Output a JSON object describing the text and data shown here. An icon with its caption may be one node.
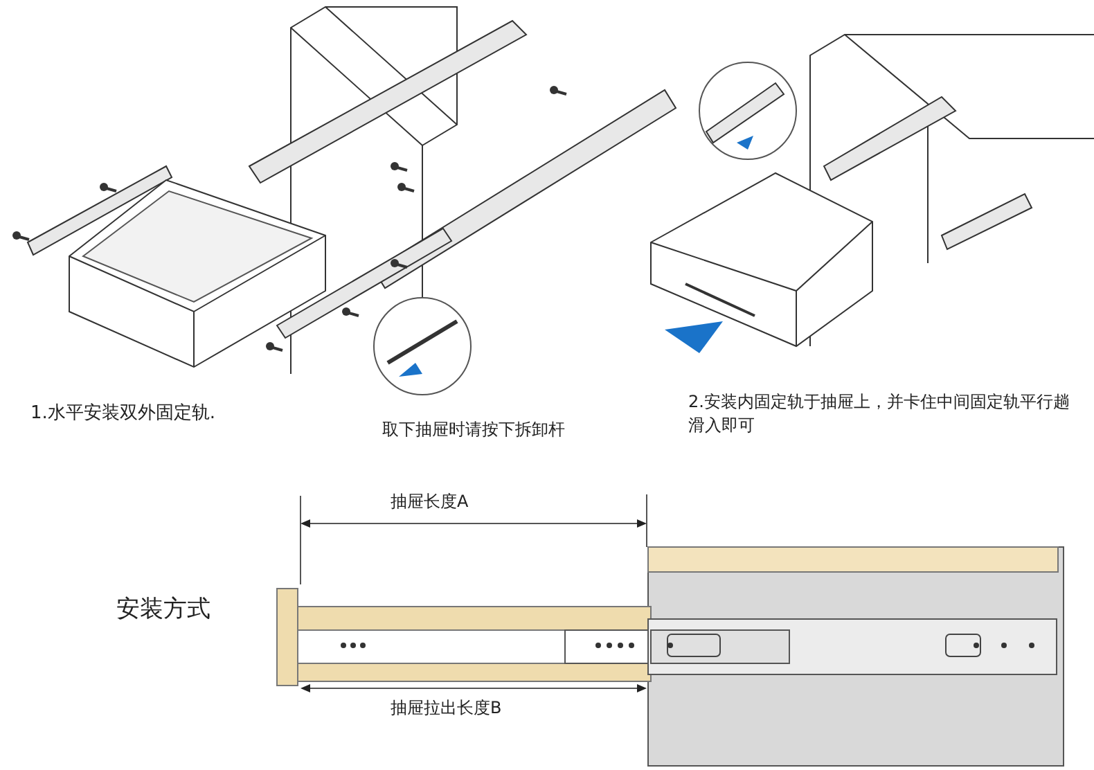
{
  "diagram": {
    "labels": [
      "1.水平安装双外固定轨.",
      "取下抽屉时请按下拆卸杆",
      "2.安装内固定轨于抽屉上，并卡住中间固定轨平行趟滑入即可",
      "抽屉长度A",
      "安装方式",
      "抽屉拉出长度B"
    ]
  }
}
